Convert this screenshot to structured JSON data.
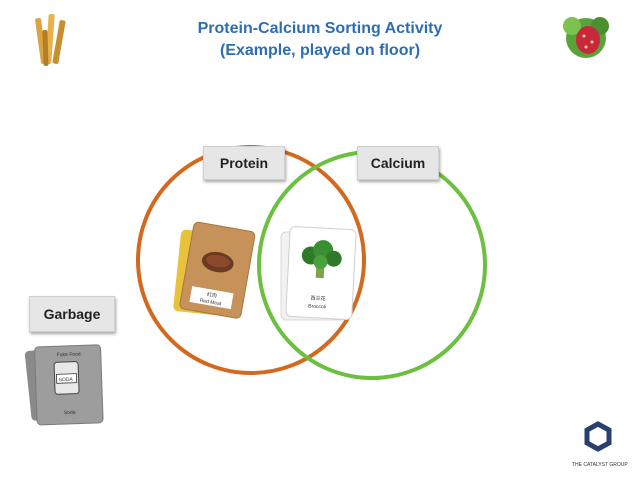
{
  "slide": {
    "title_line1": "Protein-Calcium Sorting Activity",
    "title_line2": "(Example, played on floor)"
  },
  "labels": {
    "protein": "Protein",
    "calcium": "Calcium",
    "garbage": "Garbage"
  },
  "cards": {
    "protein_card_cn": "红肉",
    "protein_card_en": "Red Meat",
    "calcium_card_cn": "西兰花",
    "calcium_card_en": "Broccoli",
    "garbage_card_top": "Fake Food",
    "garbage_card_soda": "SODA",
    "garbage_card_bottom": "Soda"
  },
  "logo": {
    "org_name": "THE CATALYST GROUP"
  },
  "colors": {
    "title": "#2f6db3",
    "protein_circle": "#d2691e",
    "calcium_circle": "#6cbf3f",
    "label_bg": "#e6e6e6"
  },
  "icons": [
    "fries-icon",
    "strawberry-veggie-icon",
    "steak-card-icon",
    "broccoli-card-icon",
    "soda-can-icon",
    "org-logo-icon"
  ]
}
